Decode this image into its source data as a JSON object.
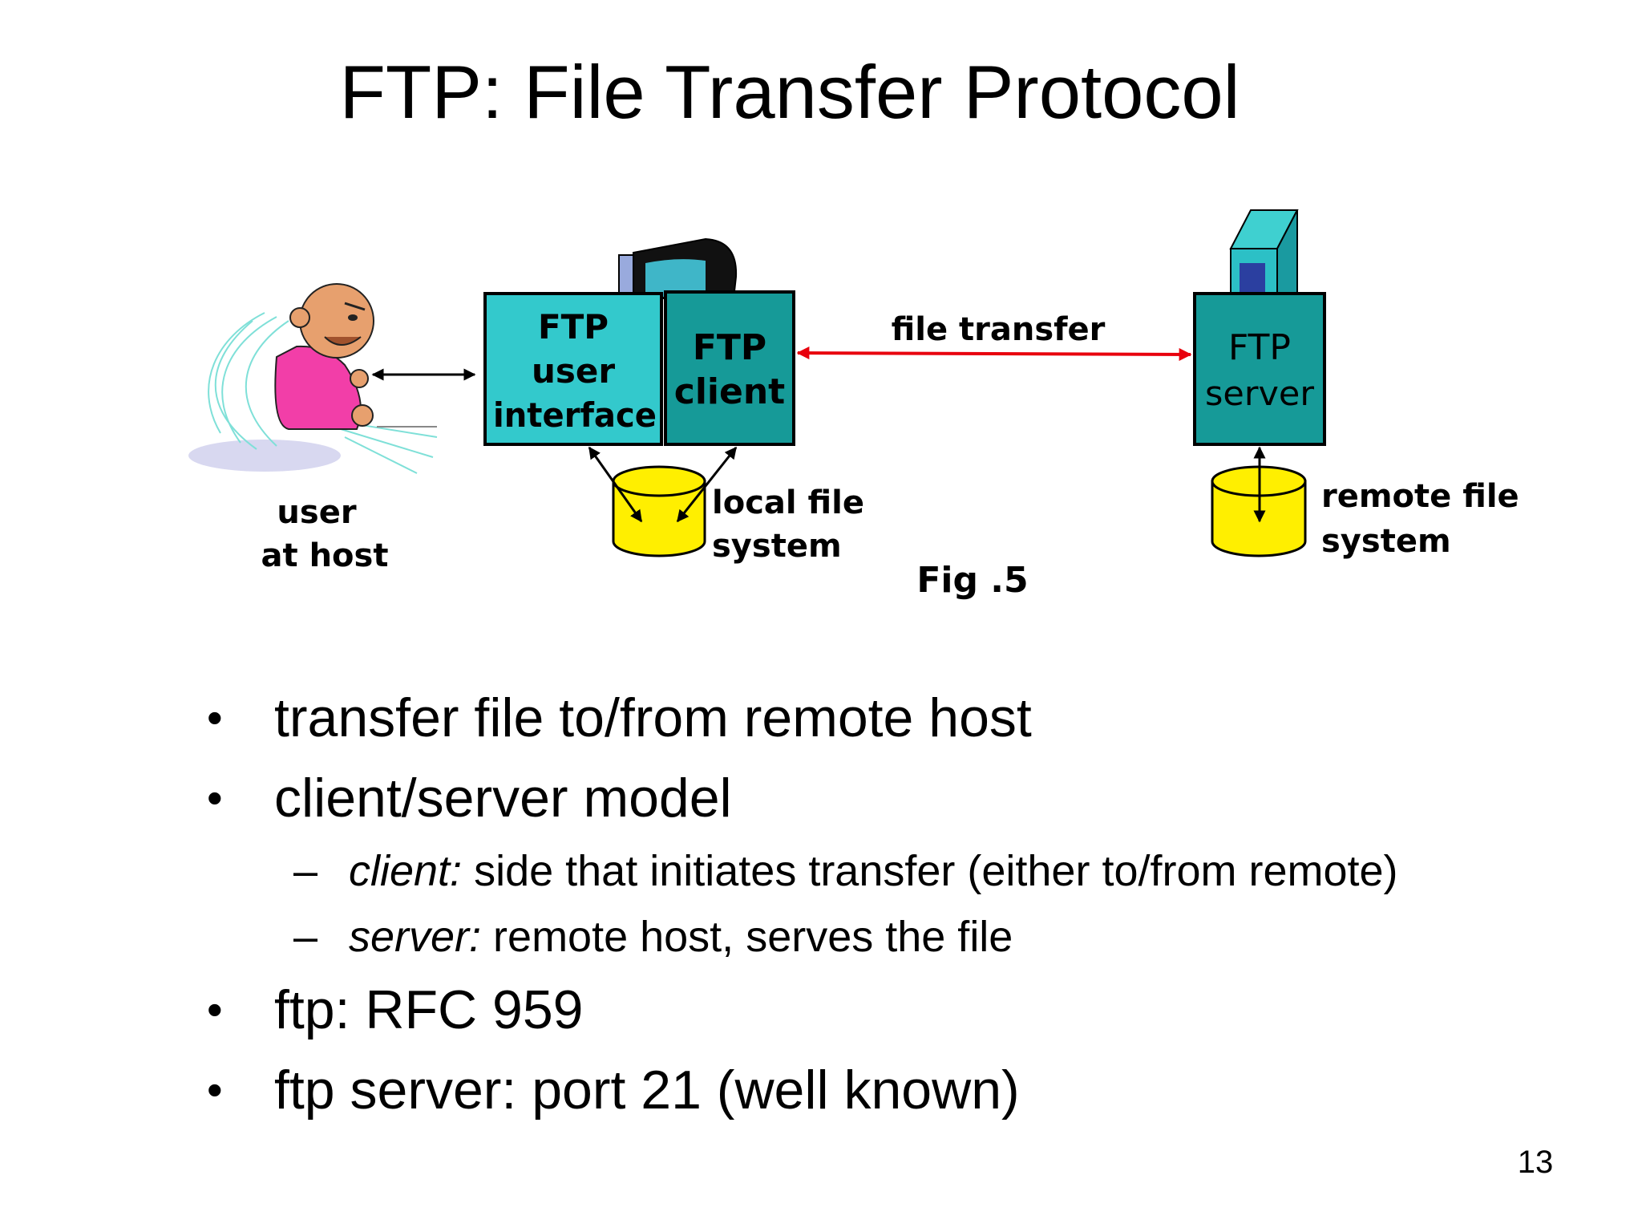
{
  "slide": {
    "title": "FTP:  File Transfer Protocol",
    "page_number": "13"
  },
  "diagram": {
    "figure_label": "Fig .5",
    "user_label_line1": "user",
    "user_label_line2": "at host",
    "ui_box_line1": "FTP",
    "ui_box_line2": "user",
    "ui_box_line3": "interface",
    "client_box_line1": "FTP",
    "client_box_line2": "client",
    "server_box_line1": "FTP",
    "server_box_line2": "server",
    "transfer_label": "file transfer",
    "local_fs_line1": "local file",
    "local_fs_line2": "system",
    "remote_fs_line1": "remote file",
    "remote_fs_line2": "system",
    "colors": {
      "ui_box": "#33c9cc",
      "client_box": "#169a98",
      "cylinder": "#ffef00",
      "transfer_arrow": "#e8000d"
    }
  },
  "bullets": [
    {
      "text": "transfer file to/from remote host"
    },
    {
      "text": "client/server model"
    },
    {
      "term": "client:",
      "text": " side that initiates transfer (either to/from remote)"
    },
    {
      "term": "server:",
      "text": " remote host, serves the file"
    },
    {
      "text": "ftp: RFC 959"
    },
    {
      "text": "ftp server: port 21 (well known)"
    }
  ]
}
